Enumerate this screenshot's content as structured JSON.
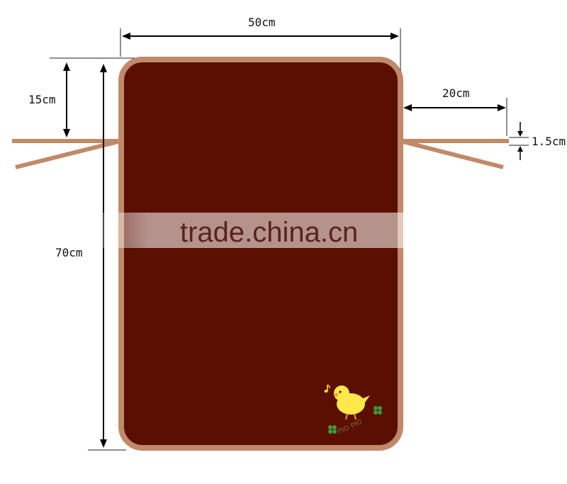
{
  "dimensions": {
    "width": "50cm",
    "height": "70cm",
    "tie_offset": "15cm",
    "tie_length": "20cm",
    "tie_width": "1.5cm"
  },
  "watermark": "trade.china.cn",
  "logo": {
    "brand": "PIO PIO",
    "icon": "chick-icon"
  },
  "colors": {
    "panel": "#5a0f00",
    "trim": "#c08a6a",
    "tie": "#c08a6a",
    "chick": "#ffe84a",
    "clover": "#3c9a3c",
    "watermark_band": "#ffffff"
  }
}
